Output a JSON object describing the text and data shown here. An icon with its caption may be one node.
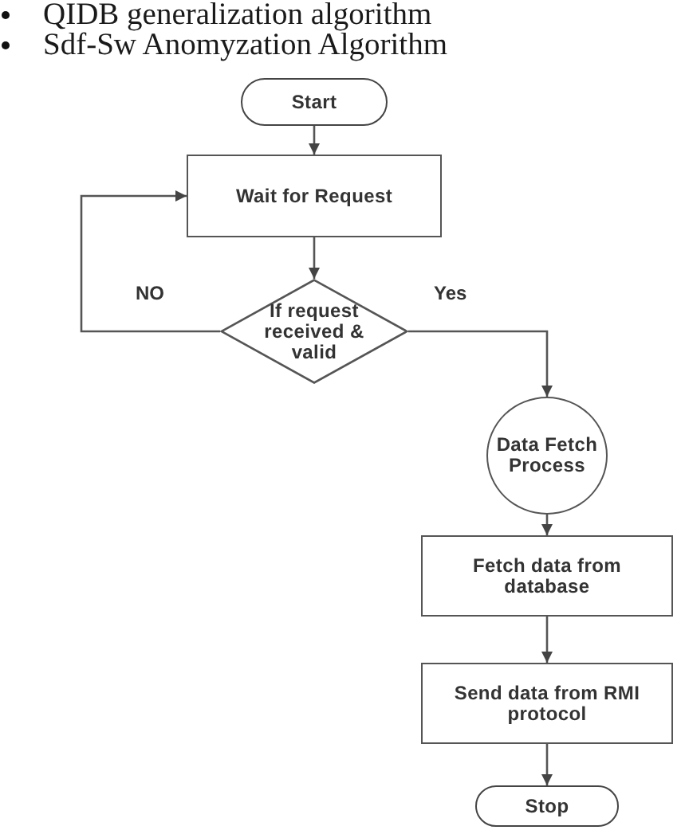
{
  "diagram": {
    "nodes": [
      {
        "text": [
          "Start"
        ]
      },
      {
        "text": [
          "Wait for Request"
        ]
      },
      {
        "text": [
          "If request received & valid"
        ]
      },
      {
        "text": [
          "Data Fetch Process"
        ]
      },
      {
        "text": [
          "Fetch data from database"
        ]
      },
      {
        "text": [
          "Send data from RMI protocol"
        ]
      },
      {
        "text": [
          "Stop"
        ]
      }
    ],
    "edges": [
      {
        "from": 0,
        "to": 1,
        "arrow": "to"
      },
      {
        "from": 1,
        "to": 2,
        "arrow": "to"
      },
      {
        "from": 2,
        "to": 1,
        "arrow": "to",
        "label": "NO"
      },
      {
        "from": 2,
        "to": 3,
        "arrow": "to",
        "label": "Yes"
      },
      {
        "from": 3,
        "to": 4,
        "arrow": "to"
      },
      {
        "from": 4,
        "to": 5,
        "arrow": "to"
      },
      {
        "from": 5,
        "to": 6,
        "arrow": "to"
      }
    ],
    "labels": [
      "QIDB generalization algorithm",
      "Sdf-Sw Anomyzation Algorithm"
    ]
  }
}
